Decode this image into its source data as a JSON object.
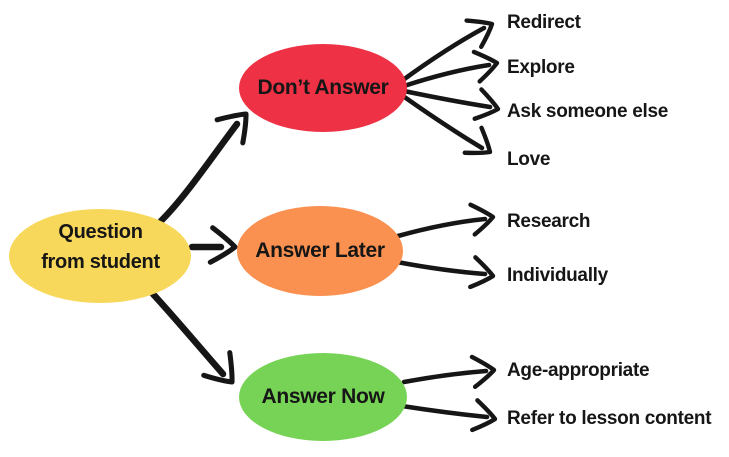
{
  "background_color": "#ffffff",
  "arrow_color": "#161616",
  "text_color": "#161616",
  "root": {
    "lines": [
      "Question",
      "from student"
    ],
    "color": "#F8D85A"
  },
  "branches": [
    {
      "label": "Don’t Answer",
      "color": "#EE3144",
      "children": [
        "Redirect",
        "Explore",
        "Ask someone else",
        "Love"
      ]
    },
    {
      "label": "Answer Later",
      "color": "#FA9150",
      "children": [
        "Research",
        "Individually"
      ]
    },
    {
      "label": "Answer Now",
      "color": "#77D355",
      "children": [
        "Age-appropriate",
        "Refer to lesson content"
      ]
    }
  ]
}
